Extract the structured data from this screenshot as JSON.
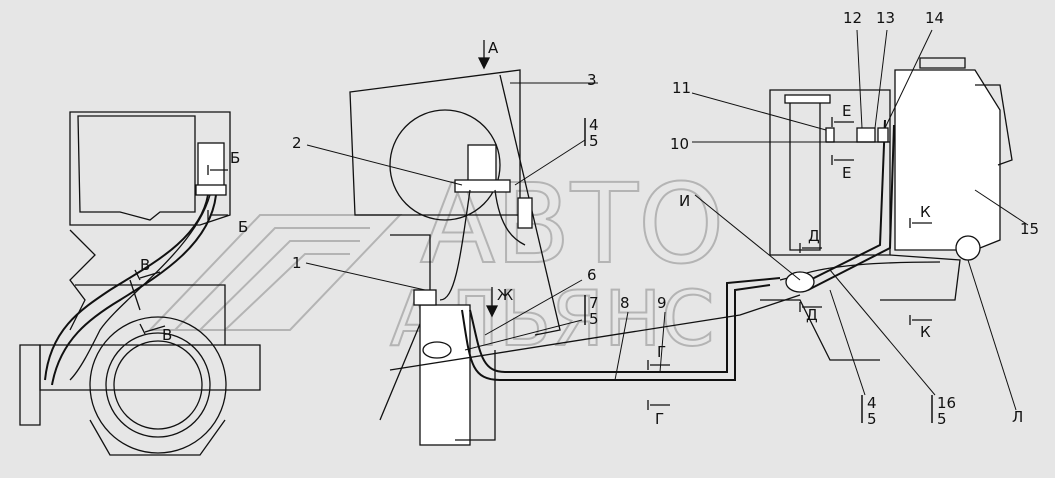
{
  "diagram": {
    "callouts": [
      "1",
      "2",
      "3",
      "4",
      "5",
      "6",
      "7",
      "8",
      "9",
      "10",
      "11",
      "12",
      "13",
      "14",
      "15",
      "16",
      "Л",
      "И"
    ],
    "views": [
      "А",
      "Б",
      "В",
      "Г",
      "Д",
      "Е",
      "Ж",
      "К"
    ],
    "fraction_labels": {
      "f45a": {
        "top": "4",
        "bottom": "5"
      },
      "f75": {
        "top": "7",
        "bottom": "5"
      },
      "f45b": {
        "top": "4",
        "bottom": "5"
      },
      "f165": {
        "top": "16",
        "bottom": "5"
      }
    }
  },
  "watermark": {
    "line1": "АВТО",
    "line2": "АЛЬЯНС"
  },
  "colors": {
    "background": "#e6e6e6",
    "line": "#111111",
    "fill": "#ffffff",
    "watermark": "#b4b4b4"
  }
}
